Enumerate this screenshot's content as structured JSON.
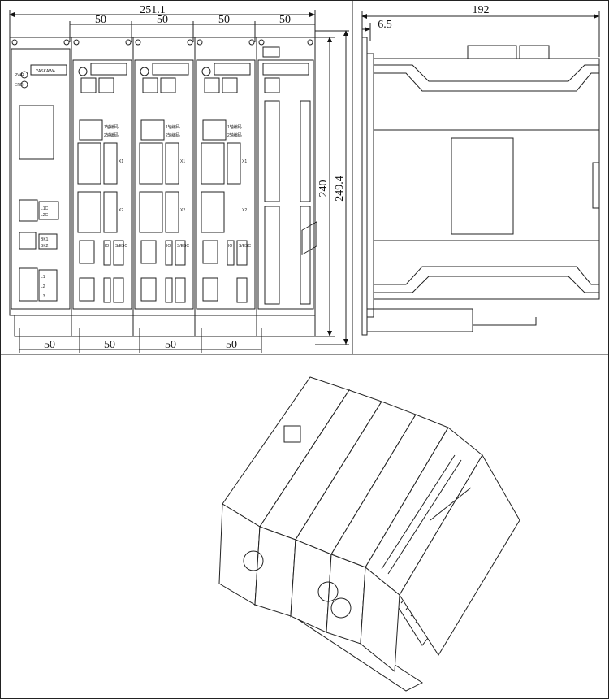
{
  "front_view": {
    "overall_width": "251.1",
    "module_widths_top": [
      "50",
      "50",
      "50",
      "50"
    ],
    "module_widths_bottom": [
      "50",
      "50",
      "50",
      "50"
    ],
    "height_inner": "240",
    "height_outer": "249.4",
    "power_module_labels": [
      "PWR",
      "ERR"
    ],
    "brand_text": "YASKAWA",
    "terminal_labels": [
      "L1C",
      "L2C",
      "BK1",
      "BK2",
      "L1",
      "L2",
      "L3"
    ],
    "axis_module_1": {
      "ports": [
        "1轴编码",
        "2轴编码"
      ],
      "enc": "X1",
      "io": "X2",
      "stat": "S/ESC",
      "tag": "IO"
    },
    "axis_module_2": {
      "ports": [
        "1轴编码",
        "2轴编码"
      ],
      "enc": "X1",
      "io": "X2",
      "stat": "S/ESC",
      "tag": "IO"
    },
    "axis_module_3": {
      "ports": [
        "1轴编码",
        "2轴编码"
      ],
      "enc": "X1",
      "io": "X2",
      "stat": "S/ESC",
      "tag": "IO"
    }
  },
  "side_view": {
    "depth": "192",
    "rail_offset": "6.5"
  }
}
